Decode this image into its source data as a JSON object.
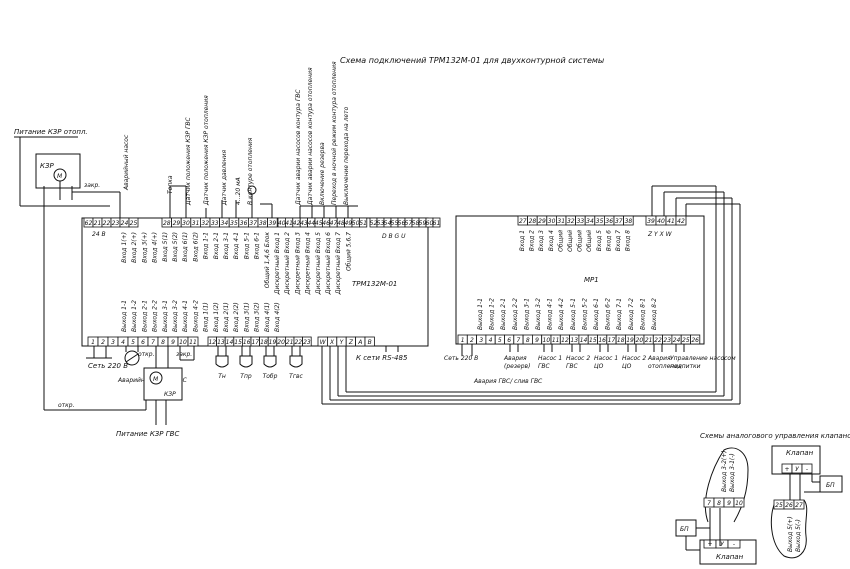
{
  "title": "Схема подключений ТРМ132М-01 для двухконтурной системы",
  "left_power_label": "Питание КЗР отопл.",
  "kzr_label": "КЗР",
  "kzr_m": "М",
  "zakr": "закр.",
  "otkr": "откр.",
  "avar_nasos": "Аварийный насос",
  "v24": "24 В",
  "set220": "Сеть 220 В",
  "avar_nasos_gvs": "Аварийный насос ГВС",
  "pitanie_kzr_gvs": "Питание КЗР ГВС",
  "trm_label": "ТРМ132М-01",
  "dbgu": "D B G U",
  "rs485": "К сети RS-485",
  "mr1_label": "МР1",
  "zyxw": "Z Y X W",
  "left_terms": [
    "62",
    "21",
    "22",
    "23",
    "24",
    "25"
  ],
  "top_terms_a": [
    "28",
    "29",
    "30",
    "31",
    "32",
    "33",
    "34",
    "35",
    "36",
    "37",
    "38",
    "39"
  ],
  "top_terms_b": [
    "40",
    "41",
    "42",
    "43",
    "44",
    "45",
    "46",
    "47",
    "48",
    "49",
    "50",
    "51"
  ],
  "top_terms_c": [
    "52",
    "53",
    "54",
    "55",
    "56",
    "57",
    "58",
    "59",
    "60",
    "61"
  ],
  "bottom_terms_a": [
    "1",
    "2",
    "3",
    "4",
    "5",
    "6",
    "7",
    "8",
    "9",
    "10",
    "11"
  ],
  "bottom_terms_b": [
    "12",
    "13",
    "14",
    "15",
    "16",
    "17",
    "18",
    "19",
    "20",
    "21",
    "22",
    "23"
  ],
  "bottom_terms_c": [
    "W",
    "X",
    "Y",
    "Z",
    "A",
    "B"
  ],
  "mr_top_terms": [
    "27",
    "28",
    "29",
    "30",
    "31",
    "32",
    "33",
    "34",
    "35",
    "36",
    "37",
    "38"
  ],
  "mr_top_terms_b": [
    "39",
    "40",
    "41",
    "42"
  ],
  "mr_bottom_terms": [
    "1",
    "2",
    "3",
    "4",
    "5",
    "6",
    "7",
    "8",
    "9",
    "10",
    "11",
    "12",
    "13",
    "14",
    "15",
    "16",
    "17",
    "18",
    "19",
    "20",
    "21",
    "22",
    "23",
    "24",
    "25",
    "26"
  ],
  "top_vertical_labels": [
    "Топка",
    "Датчик положения КЗР ГВС",
    "Датчик положения КЗР отопления",
    "Датчик давления",
    "4...20 мА",
    "В контуре отопления",
    "Датчик аварии насосов контура ГВС",
    "Датчик аварии насосов контура отопления",
    "Включение резерва",
    "Переход в ночной режим контура отопления",
    "Выключение перехода на лето"
  ],
  "trm_inside_top_labels": [
    "Вход 1(+)",
    "Вход 2(+)",
    "Вход 3(+)",
    "Вход 4(+)",
    "Вход 5(1)",
    "Вход 5(2)",
    "Вход 6(1)",
    "Вход 6(2)",
    "Вход 1-1",
    "Вход 2-1",
    "Вход 3-1",
    "Вход 4-1",
    "Вход 5-1",
    "Вход 6-1",
    "Общий 1,4,6 Блок",
    "Дискретный Вход 1",
    "Дискретный Вход 2",
    "Дискретный Вход 3",
    "Дискретный Вход 4",
    "Дискретный Вход 5",
    "Дискретный Вход 6",
    "Дискретный Вход 7",
    "Общий 5,6,7"
  ],
  "trm_inside_bottom_labels": [
    "Выход 1-1",
    "Выход 1-2",
    "Выход 2-1",
    "Выход 2-2",
    "Выход 3-1",
    "Выход 3-2",
    "Выход 4-1",
    "Выход 4-2",
    "Вход 1(1)",
    "Вход 1(2)",
    "Вход 2(1)",
    "Вход 2(2)",
    "Вход 3(1)",
    "Вход 3(2)",
    "Вход 4(1)",
    "Вход 4(2)"
  ],
  "sensors": [
    "Тн",
    "Тпр",
    "Тобр",
    "Тгвс"
  ],
  "mr_top_inside": [
    "Вход 1",
    "Вход 2",
    "Вход 3",
    "Вход 4",
    "Общий",
    "Общий",
    "Общий",
    "Общий",
    "Вход 5",
    "Вход 6",
    "Вход 7",
    "Вход 8"
  ],
  "mr_bottom_inside": [
    "Выход 1-1",
    "Выход 1-2",
    "Выход 2-1",
    "Выход 2-2",
    "Выход 3-1",
    "Выход 3-2",
    "Выход 4-1",
    "Выход 4-2",
    "Выход 5-1",
    "Выход 5-2",
    "Выход 6-1",
    "Выход 6-2",
    "Выход 7-1",
    "Выход 7-2",
    "Выход 8-1",
    "Выход 8-2"
  ],
  "mr_bottom_labels": [
    "Сеть 220 В",
    "Авария (резерв)",
    "Насос 1 ГВС",
    "Насос 2 ГВС",
    "Насос 1 ЦО",
    "Насос 2 ЦО",
    "Авария отопления",
    "Управление насосом подпитки"
  ],
  "avariya_gvs": "Авария ГВС/ слив ГВС",
  "analog_title": "Схемы аналогового управления клапаном",
  "klapan": "Клапан",
  "bp": "БП",
  "left_valve_outputs": [
    "Выход 3-2(+)",
    "Выход 3-1(-)"
  ],
  "left_valve_terms": [
    "7",
    "8",
    "9",
    "10"
  ],
  "right_valve_outputs": [
    "Выход 5(+)",
    "Выход 5(-)"
  ],
  "right_valve_terms": [
    "25",
    "26",
    "27"
  ],
  "valve_pins": [
    "+",
    "У",
    "-"
  ]
}
